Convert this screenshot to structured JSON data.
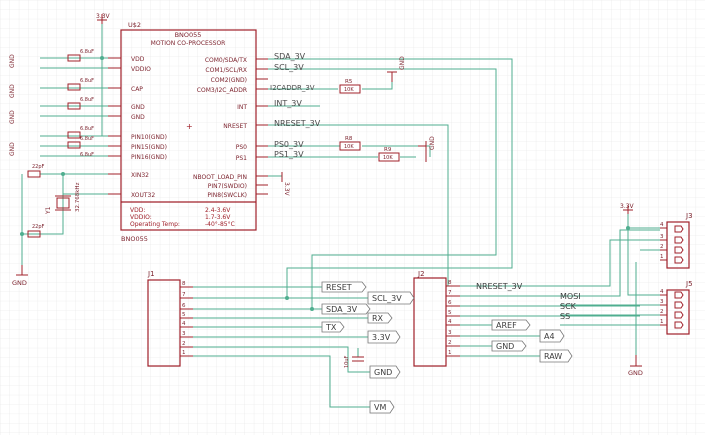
{
  "ic": {
    "ref": "U$2",
    "name": "BNO055",
    "subtitle": "MOTION CO-PROCESSOR",
    "value": "BNO055",
    "left_pins": [
      "VDD",
      "VDDIO",
      "CAP",
      "GND",
      "GND",
      "PIN10(GND)",
      "PIN15(GND)",
      "PIN16(GND)",
      "XIN32",
      "XOUT32"
    ],
    "right_pins": [
      "COM0/SDA/TX",
      "COM1/SCL/RX",
      "COM2(GND)",
      "COM3/I2C_ADDR",
      "INT",
      "NRESET",
      "PS0",
      "PS1",
      "NBOOT_LOAD_PIN",
      "PIN7(SWDIO)",
      "PIN8(SWCLK)"
    ],
    "spec_labels": [
      "VDD:",
      "VDDIO:",
      "Operating Temp:"
    ],
    "spec_values": [
      "2.4-3.6V",
      "1.7-3.6V",
      "-40°-85°C"
    ]
  },
  "nets": {
    "sda": "SDA_3V",
    "scl": "SCL_3V",
    "i2caddr": "I2CADDR_3V",
    "int": "INT_3V",
    "nreset": "NRESET_3V",
    "ps0": "PS0_3V",
    "ps1": "PS1_3V"
  },
  "passives": {
    "r5": "R5",
    "r8": "R8",
    "r9": "R9",
    "r_val": "10K",
    "crystal": "Y1",
    "crystal_val": "32.768kHz",
    "cap_left": "22pF",
    "caps_top": [
      "6.8uF",
      "6.8uF",
      "6.8uF",
      "6.8uF",
      "6.8uF",
      "6.8uF"
    ],
    "cap_mid": "10uF"
  },
  "power": {
    "v33": "3.3V",
    "gnd": "GND"
  },
  "connectors": {
    "j1": {
      "ref": "J1",
      "pins": [
        "8",
        "7",
        "6",
        "5",
        "4",
        "3",
        "2",
        "1"
      ]
    },
    "j2": {
      "ref": "J2",
      "pins": [
        "8",
        "7",
        "6",
        "5",
        "4",
        "3",
        "2",
        "1"
      ]
    },
    "j3": {
      "ref": "J3",
      "pins": [
        "4",
        "3",
        "2",
        "1"
      ]
    },
    "j5": {
      "ref": "J5",
      "pins": [
        "4",
        "3",
        "2",
        "1"
      ]
    }
  },
  "labels": {
    "reset": "RESET",
    "scl3v": "SCL_3V",
    "sda3v": "SDA_3V",
    "rx": "RX",
    "tx": "TX",
    "v33": "3.3V",
    "gnd": "GND",
    "vm": "VM",
    "nreset3v": "NRESET_3V",
    "mosi": "MOSI",
    "sck": "SCK",
    "ss": "SS",
    "aref": "AREF",
    "a4": "A4",
    "gnd2": "GND",
    "raw": "RAW"
  }
}
